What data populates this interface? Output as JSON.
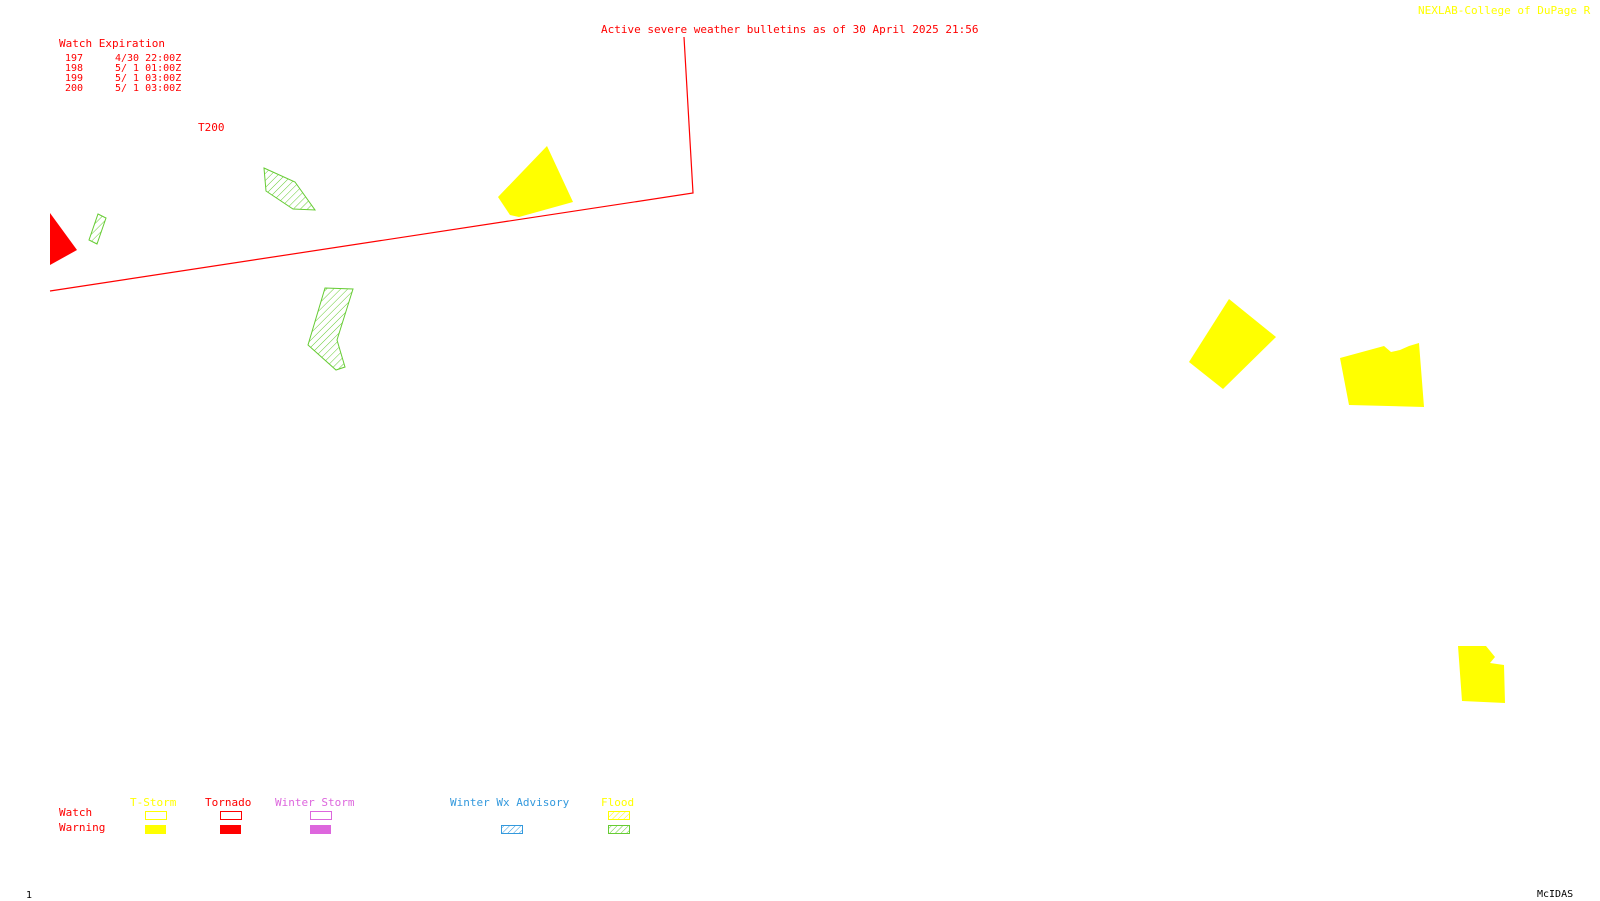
{
  "header": {
    "bulletin_title": "Active severe weather bulletins as of 30 April 2025 21:56",
    "credit": "NEXLAB-College of DuPage R"
  },
  "watch_table": {
    "title": "Watch Expiration",
    "rows": [
      {
        "id": "197",
        "expires": "4/30 22:00Z"
      },
      {
        "id": "198",
        "expires": "5/ 1 01:00Z"
      },
      {
        "id": "199",
        "expires": "5/ 1 03:00Z"
      },
      {
        "id": "200",
        "expires": "5/ 1 03:00Z"
      }
    ]
  },
  "map": {
    "watch_label": "T200",
    "colors": {
      "tornado": "#ff0000",
      "tstorm": "#ffff00",
      "flood": "#66cc33",
      "winter_storm": "#dd66dd",
      "winter_advisory": "#3399dd"
    }
  },
  "legend": {
    "row_watch": "Watch",
    "row_warning": "Warning",
    "columns": [
      {
        "key": "tstorm",
        "label": "T-Storm",
        "color": "#ffff00"
      },
      {
        "key": "tornado",
        "label": "Tornado",
        "color": "#ff0000"
      },
      {
        "key": "winter_storm",
        "label": "Winter Storm",
        "color": "#dd66dd"
      },
      {
        "key": "winter_advisory",
        "label": "Winter Wx Advisory",
        "color": "#3399dd"
      },
      {
        "key": "flood",
        "label": "Flood",
        "color": "#ffff00"
      }
    ]
  },
  "footer": {
    "frame_number": "1",
    "software": "McIDAS"
  }
}
